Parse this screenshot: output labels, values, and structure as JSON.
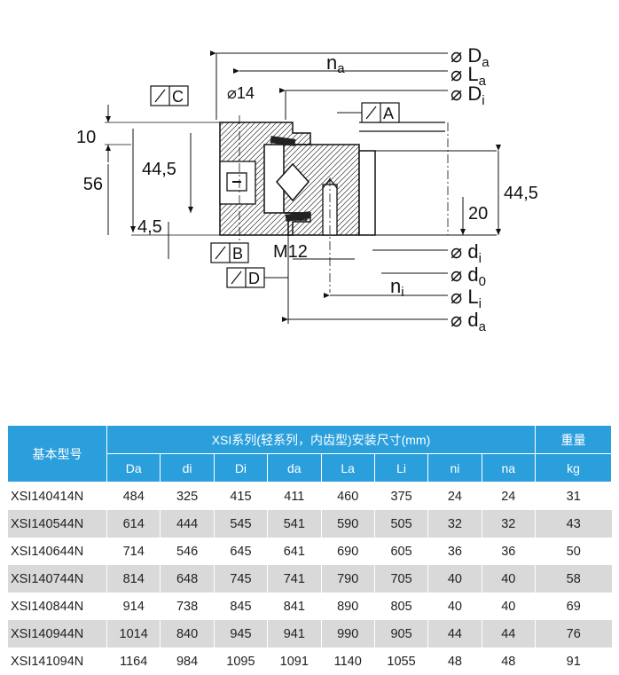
{
  "drawing": {
    "labels": {
      "na": "n",
      "na_sub": "a",
      "ni": "n",
      "ni_sub": "i",
      "c": "C",
      "a": "A",
      "b": "B",
      "d": "D",
      "dia14": "⌀14",
      "dim10": "10",
      "dim56": "56",
      "dim445_left": "44,5",
      "dim45": "4,5",
      "m12": "M12",
      "dim20": "20",
      "dim445_right": "44,5"
    },
    "right_labels": [
      {
        "main": "D",
        "sub": "a"
      },
      {
        "main": "L",
        "sub": "a"
      },
      {
        "main": "D",
        "sub": "i"
      },
      {
        "main": "d",
        "sub": "i"
      },
      {
        "main": "d",
        "sub": "0"
      },
      {
        "main": "L",
        "sub": "i"
      },
      {
        "main": "d",
        "sub": "a"
      }
    ]
  },
  "table": {
    "header_model": "基本型号",
    "header_group": "XSI系列(轻系列，内齿型)安装尺寸(mm)",
    "header_weight": "重量",
    "columns": [
      "Da",
      "di",
      "Di",
      "da",
      "La",
      "Li",
      "ni",
      "na"
    ],
    "weight_unit": "kg",
    "rows": [
      [
        "XSI140414N",
        "484",
        "325",
        "415",
        "411",
        "460",
        "375",
        "24",
        "24",
        "31"
      ],
      [
        "XSI140544N",
        "614",
        "444",
        "545",
        "541",
        "590",
        "505",
        "32",
        "32",
        "43"
      ],
      [
        "XSI140644N",
        "714",
        "546",
        "645",
        "641",
        "690",
        "605",
        "36",
        "36",
        "50"
      ],
      [
        "XSI140744N",
        "814",
        "648",
        "745",
        "741",
        "790",
        "705",
        "40",
        "40",
        "58"
      ],
      [
        "XSI140844N",
        "914",
        "738",
        "845",
        "841",
        "890",
        "805",
        "40",
        "40",
        "69"
      ],
      [
        "XSI140944N",
        "1014",
        "840",
        "945",
        "941",
        "990",
        "905",
        "44",
        "44",
        "76"
      ],
      [
        "XSI141094N",
        "1164",
        "984",
        "1095",
        "1091",
        "1140",
        "1055",
        "48",
        "48",
        "91"
      ]
    ]
  }
}
